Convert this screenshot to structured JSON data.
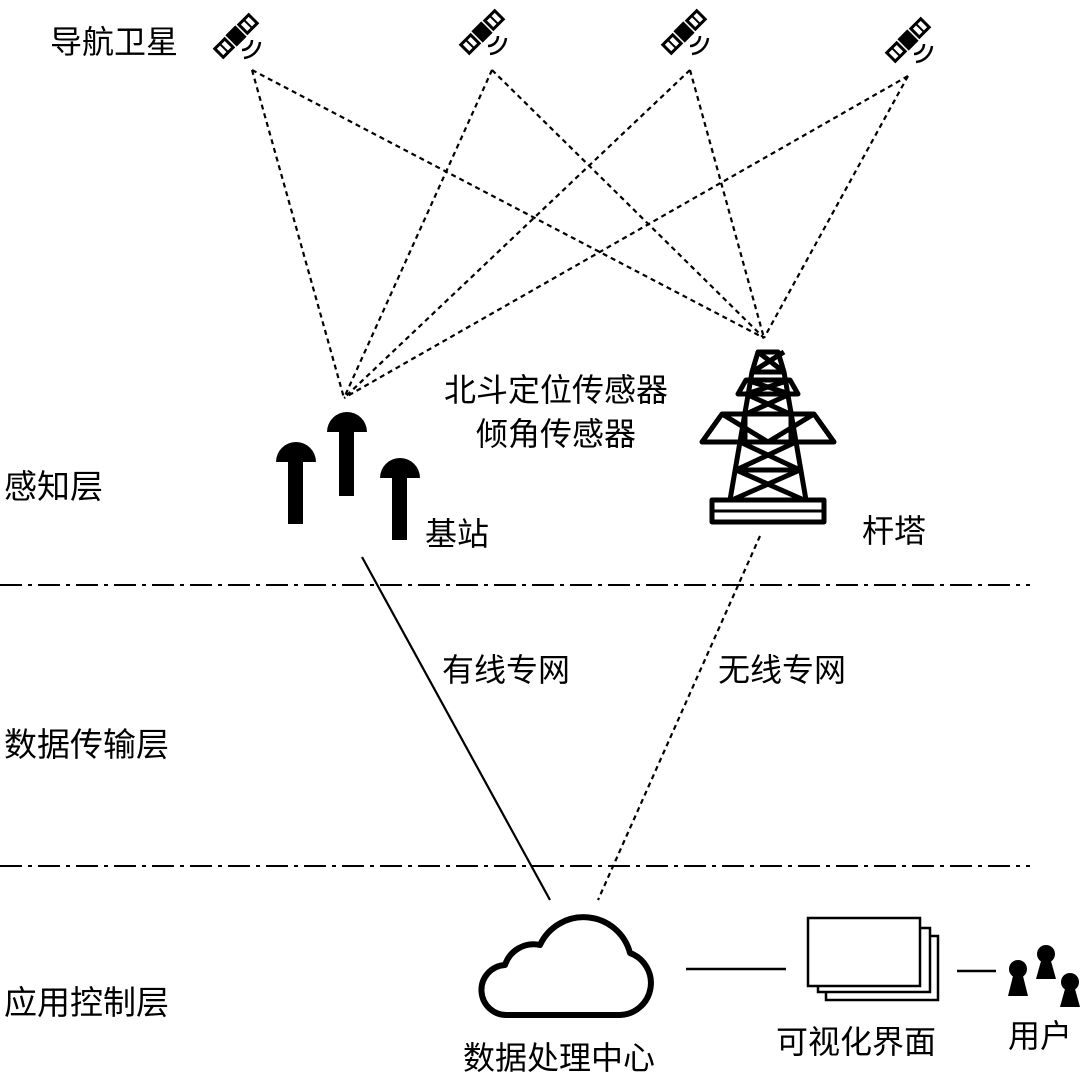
{
  "satellites_label": "导航卫星",
  "sensor_label_line1": "北斗定位传感器",
  "sensor_label_line2": "倾角传感器",
  "base_station_label": "基站",
  "tower_label": "杆塔",
  "wired_network_label": "有线专网",
  "wireless_network_label": "无线专网",
  "data_center_label": "数据处理中心",
  "visual_ui_label": "可视化界面",
  "user_label": "用户",
  "layers": {
    "perception": "感知层",
    "transmission": "数据传输层",
    "application": "应用控制层"
  },
  "icons": {
    "satellite": "satellite-icon",
    "base_station": "gnss-antenna-icon",
    "tower": "transmission-tower-icon",
    "cloud": "cloud-icon",
    "screens": "stacked-screens-icon",
    "users": "users-icon"
  },
  "colors": {
    "ink": "#000000",
    "background": "#ffffff"
  }
}
